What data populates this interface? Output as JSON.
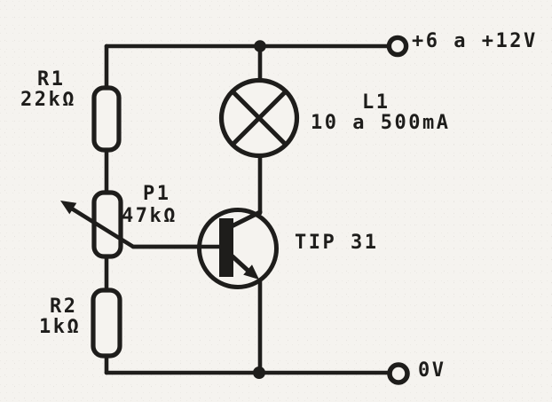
{
  "colors": {
    "ink": "#1e1d1b",
    "paper": "#f5f3ef"
  },
  "schematic": {
    "supply_terminal": {
      "label": "+6 a +12V"
    },
    "ground_terminal": {
      "label": "0V"
    },
    "components": {
      "r1": {
        "ref": "R1",
        "value": "22kΩ",
        "type": "resistor"
      },
      "p1": {
        "ref": "P1",
        "value": "47kΩ",
        "type": "potentiometer"
      },
      "r2": {
        "ref": "R2",
        "value": "1kΩ",
        "type": "resistor"
      },
      "l1": {
        "ref": "L1",
        "value": "10 a 500mA",
        "type": "lamp"
      },
      "q1": {
        "ref": "TIP 31",
        "type": "npn-transistor"
      }
    }
  }
}
